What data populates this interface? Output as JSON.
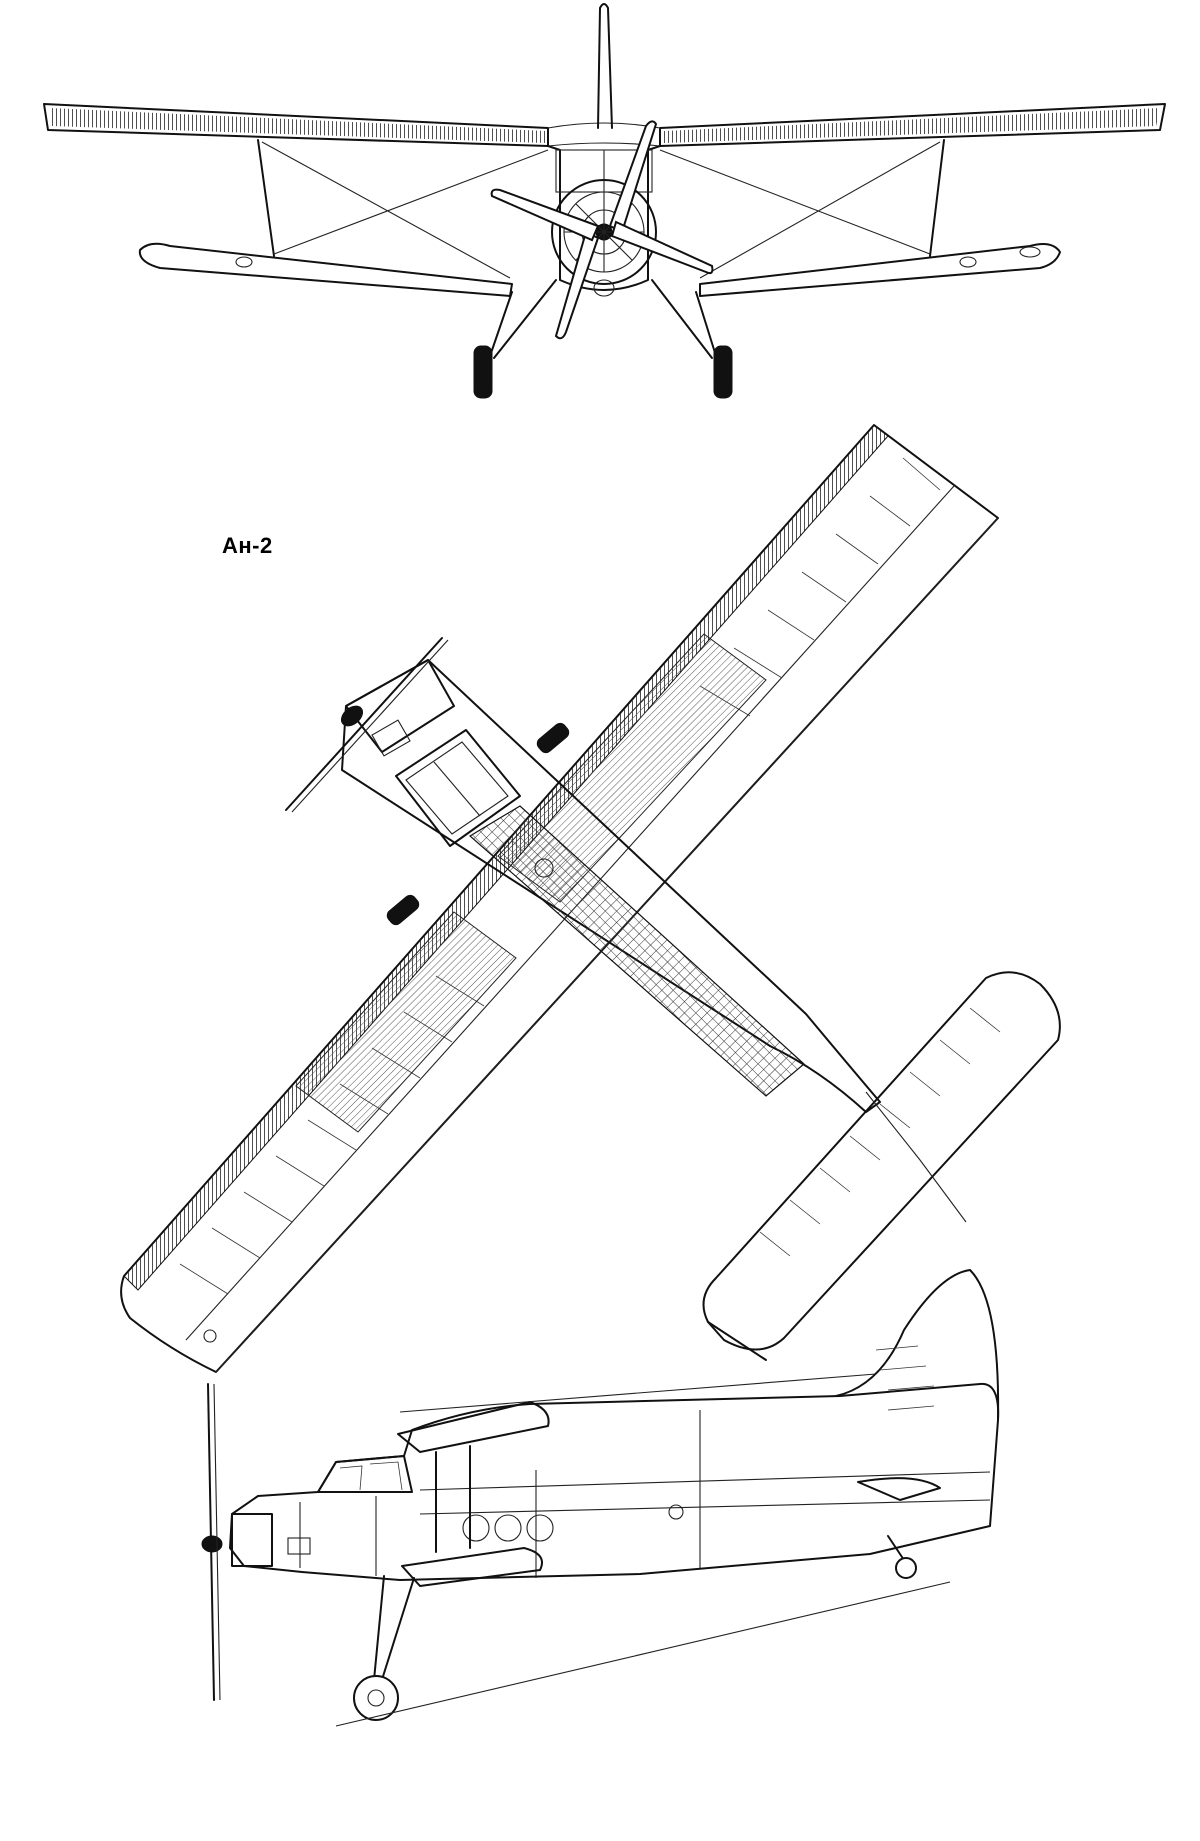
{
  "drawing": {
    "title": "Ан-2",
    "colors": {
      "line": "#111111",
      "background": "#ffffff",
      "hatch": "#444444"
    },
    "views": [
      {
        "name": "front-view"
      },
      {
        "name": "top-view"
      },
      {
        "name": "side-view"
      }
    ]
  }
}
